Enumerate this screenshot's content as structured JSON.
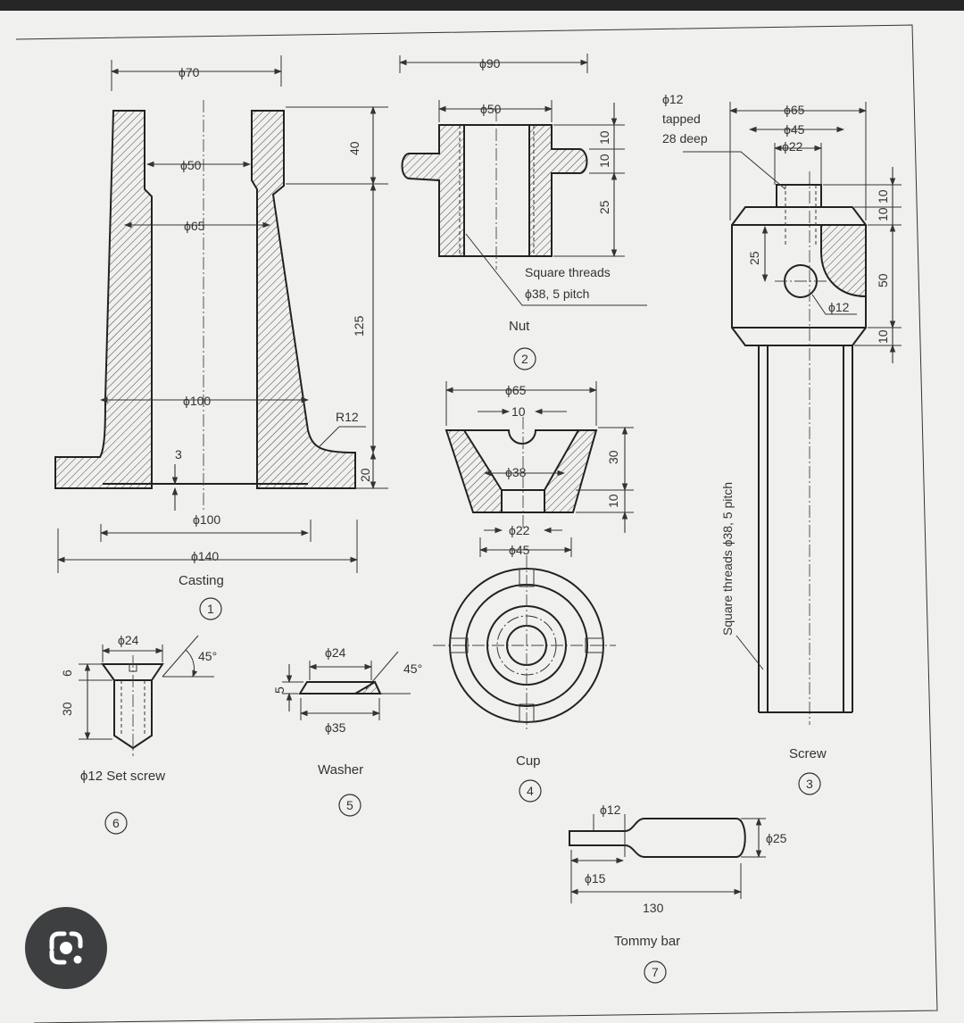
{
  "parts": {
    "casting": {
      "name": "Casting",
      "number": "1"
    },
    "nut": {
      "name": "Nut",
      "number": "2"
    },
    "screw": {
      "name": "Screw",
      "number": "3"
    },
    "cup": {
      "name": "Cup",
      "number": "4"
    },
    "washer": {
      "name": "Washer",
      "number": "5"
    },
    "set_screw": {
      "name": "ϕ12 Set screw",
      "number": "6"
    },
    "tommy_bar": {
      "name": "Tommy bar",
      "number": "7"
    }
  },
  "casting_dims": {
    "d70": "ϕ70",
    "d50": "ϕ50",
    "d65": "ϕ65",
    "d100a": "ϕ100",
    "d100b": "ϕ100",
    "d140": "ϕ140",
    "h40": "40",
    "h125": "125",
    "h20": "20",
    "r12": "R12",
    "t3": "3"
  },
  "nut_dims": {
    "d90": "ϕ90",
    "d50": "ϕ50",
    "h10a": "10",
    "h10b": "10",
    "h25": "25",
    "note1": "Square threads",
    "note2": "ϕ38, 5 pitch"
  },
  "screw_dims": {
    "tap1": "ϕ12",
    "tap2": "tapped",
    "tap3": "28 deep",
    "d65": "ϕ65",
    "d45": "ϕ45",
    "d22": "ϕ22",
    "h10a": "10",
    "h10b": "10",
    "h50": "50",
    "h25": "25",
    "h10c": "10",
    "d12": "ϕ12",
    "thread_note": "Square threads ϕ38, 5 pitch"
  },
  "cup_dims": {
    "d65": "ϕ65",
    "w10": "10",
    "d38": "ϕ38",
    "h30": "30",
    "h10": "10",
    "d22": "ϕ22",
    "d45": "ϕ45"
  },
  "set_screw_dims": {
    "d24": "ϕ24",
    "angle": "45°",
    "h30": "30",
    "h6": "6"
  },
  "washer_dims": {
    "d24": "ϕ24",
    "angle": "45°",
    "h5": "5",
    "d35": "ϕ35"
  },
  "tommy_dims": {
    "d12": "ϕ12",
    "d25": "ϕ25",
    "d15": "ϕ15",
    "l130": "130"
  },
  "icons": {
    "lens": "google-lens-icon"
  }
}
